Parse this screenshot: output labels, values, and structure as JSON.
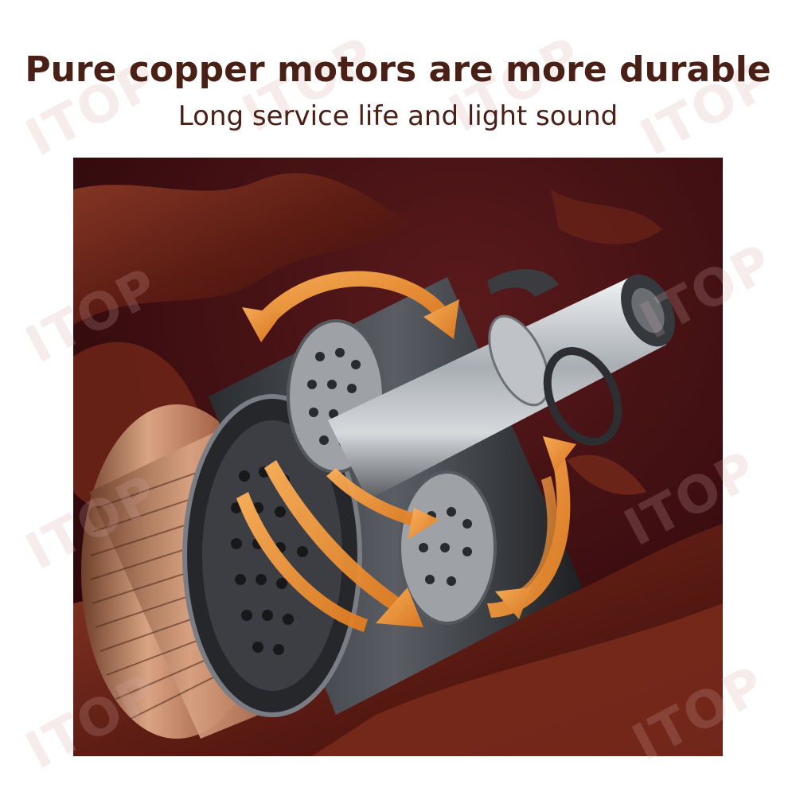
{
  "headline": "Pure copper motors are more durable",
  "subheadline": "Long service life and light sound",
  "watermark_text": "ITOP",
  "image": {
    "subject": "motor-rotor-illustration",
    "colors": {
      "background_dark": "#3a0d10",
      "chocolate": "#6b2418",
      "copper": "#b87a58",
      "steel": "#c8ccd0",
      "arrow_orange": "#f39a3a"
    }
  }
}
